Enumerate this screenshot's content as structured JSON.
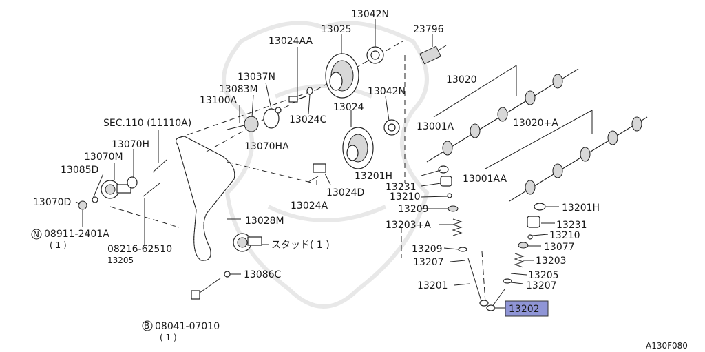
{
  "diagram_code": "A130F080",
  "highlighted_part": "13202",
  "callouts": [
    {
      "id": "13042N-top",
      "text": "13042N"
    },
    {
      "id": "13025",
      "text": "13025"
    },
    {
      "id": "23796",
      "text": "23796"
    },
    {
      "id": "13024AA",
      "text": "13024AA"
    },
    {
      "id": "13037N",
      "text": "13037N"
    },
    {
      "id": "13083M",
      "text": "13083M"
    },
    {
      "id": "13100A",
      "text": "13100A"
    },
    {
      "id": "13020",
      "text": "13020"
    },
    {
      "id": "13042N-mid",
      "text": "13042N"
    },
    {
      "id": "13024",
      "text": "13024"
    },
    {
      "id": "13024C",
      "text": "13024C"
    },
    {
      "id": "SEC110",
      "text": "SEC.110 (11110A)"
    },
    {
      "id": "13001A",
      "text": "13001A"
    },
    {
      "id": "13020A",
      "text": "13020+A"
    },
    {
      "id": "13070H",
      "text": "13070H"
    },
    {
      "id": "13070HA",
      "text": "13070HA"
    },
    {
      "id": "13070M",
      "text": "13070M"
    },
    {
      "id": "13085D",
      "text": "13085D"
    },
    {
      "id": "13201H-left",
      "text": "13201H"
    },
    {
      "id": "13231-left",
      "text": "13231"
    },
    {
      "id": "13001AA",
      "text": "13001AA"
    },
    {
      "id": "13024D",
      "text": "13024D"
    },
    {
      "id": "13070D",
      "text": "13070D"
    },
    {
      "id": "13210-left",
      "text": "13210"
    },
    {
      "id": "13024A",
      "text": "13024A"
    },
    {
      "id": "13209-left",
      "text": "13209"
    },
    {
      "id": "13201H-right",
      "text": "13201H"
    },
    {
      "id": "08911",
      "text": "08911-2401A"
    },
    {
      "id": "08911-qty",
      "text": "( 1 )"
    },
    {
      "id": "13028M",
      "text": "13028M"
    },
    {
      "id": "13203A",
      "text": "13203+A"
    },
    {
      "id": "13231-right",
      "text": "13231"
    },
    {
      "id": "13210-right",
      "text": "13210"
    },
    {
      "id": "08216",
      "text": "08216-62510"
    },
    {
      "id": "stud",
      "text": "スタッド( 1 )"
    },
    {
      "id": "13077",
      "text": "13077"
    },
    {
      "id": "13209-right",
      "text": "13209"
    },
    {
      "id": "13205-left",
      "text": "13205"
    },
    {
      "id": "13207-left",
      "text": "13207"
    },
    {
      "id": "13203",
      "text": "13203"
    },
    {
      "id": "13086C",
      "text": "13086C"
    },
    {
      "id": "13205-right",
      "text": "13205"
    },
    {
      "id": "13201",
      "text": "13201"
    },
    {
      "id": "13207-right",
      "text": "13207"
    },
    {
      "id": "08041",
      "text": "08041-07010"
    },
    {
      "id": "08041-qty",
      "text": "( 1 )"
    }
  ],
  "circle_markers": [
    {
      "id": "N",
      "text": "N"
    },
    {
      "id": "B",
      "text": "B"
    }
  ]
}
